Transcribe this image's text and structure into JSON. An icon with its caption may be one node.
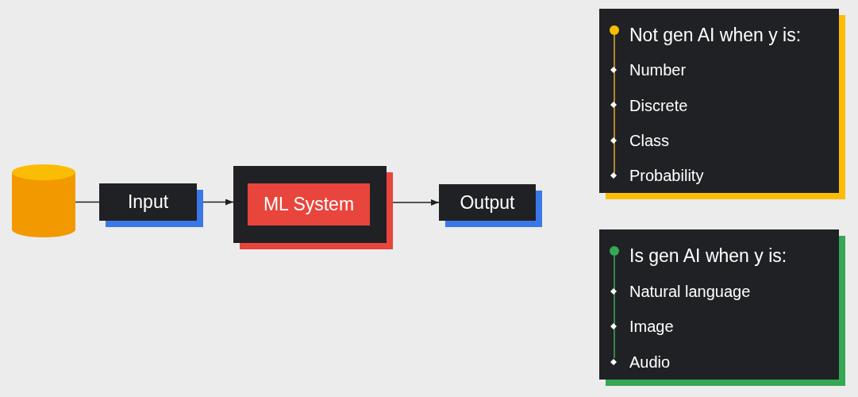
{
  "diagram": {
    "nodes": [
      {
        "text": [],
        "shape": "cylinder"
      },
      {
        "text": [
          "Input"
        ]
      },
      {
        "text": [],
        "shape": "box"
      },
      {
        "text": [
          "ML System"
        ],
        "in": 2
      },
      {
        "text": [
          "Output"
        ]
      },
      {
        "text": [
          "Not gen AI when y is:",
          "Number",
          "Discrete",
          "Class",
          "Probability"
        ]
      },
      {
        "text": [
          "Is gen AI when y is:",
          "Natural language",
          "Image",
          "Audio"
        ]
      }
    ],
    "edges": [
      {
        "from": 0,
        "to": 1,
        "arrow": "none"
      },
      {
        "from": 1,
        "to": 2,
        "arrow": "to"
      },
      {
        "from": 2,
        "to": 4,
        "arrow": "to"
      }
    ]
  }
}
